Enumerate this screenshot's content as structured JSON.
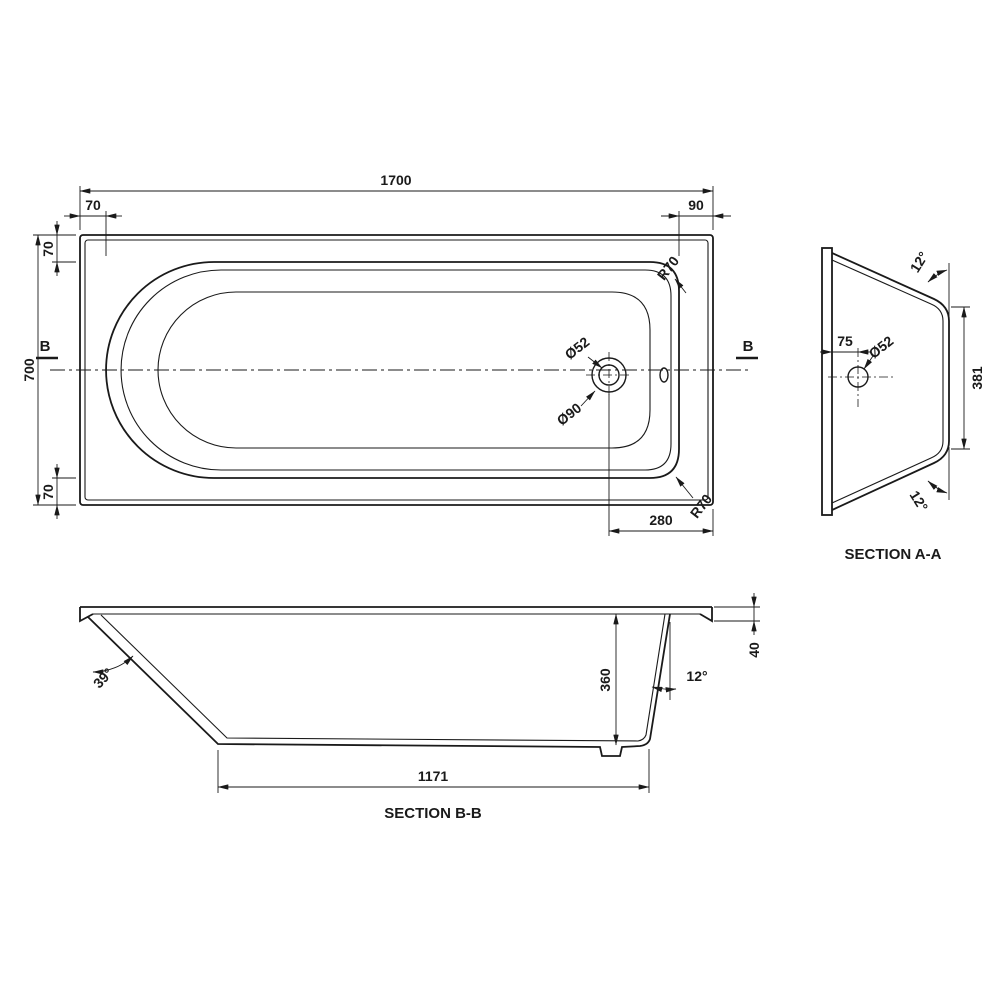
{
  "style": {
    "ink": "#1a1a1a",
    "background": "#ffffff"
  },
  "plan": {
    "dim_length": "1700",
    "dim_left_inset": "70",
    "dim_right_inset": "90",
    "dim_width": "700",
    "dim_rim_top": "70",
    "dim_rim_bottom": "70",
    "radius_top_right": "R70",
    "radius_bottom_right": "R70",
    "drain_diameter": "Ø52",
    "waste_flange_diameter": "Ø90",
    "dim_drain_offset": "280",
    "section_marker_left": "B",
    "section_marker_right": "B"
  },
  "section_aa": {
    "caption": "SECTION A-A",
    "angle_top": "12°",
    "angle_bottom": "12°",
    "dim_drain_offset": "75",
    "drain_diameter": "Ø52",
    "dim_inner_width": "381"
  },
  "section_bb": {
    "caption": "SECTION B-B",
    "angle_head": "39°",
    "angle_foot": "12°",
    "dim_depth": "360",
    "dim_rim_edge": "40",
    "dim_base_length": "1171"
  }
}
